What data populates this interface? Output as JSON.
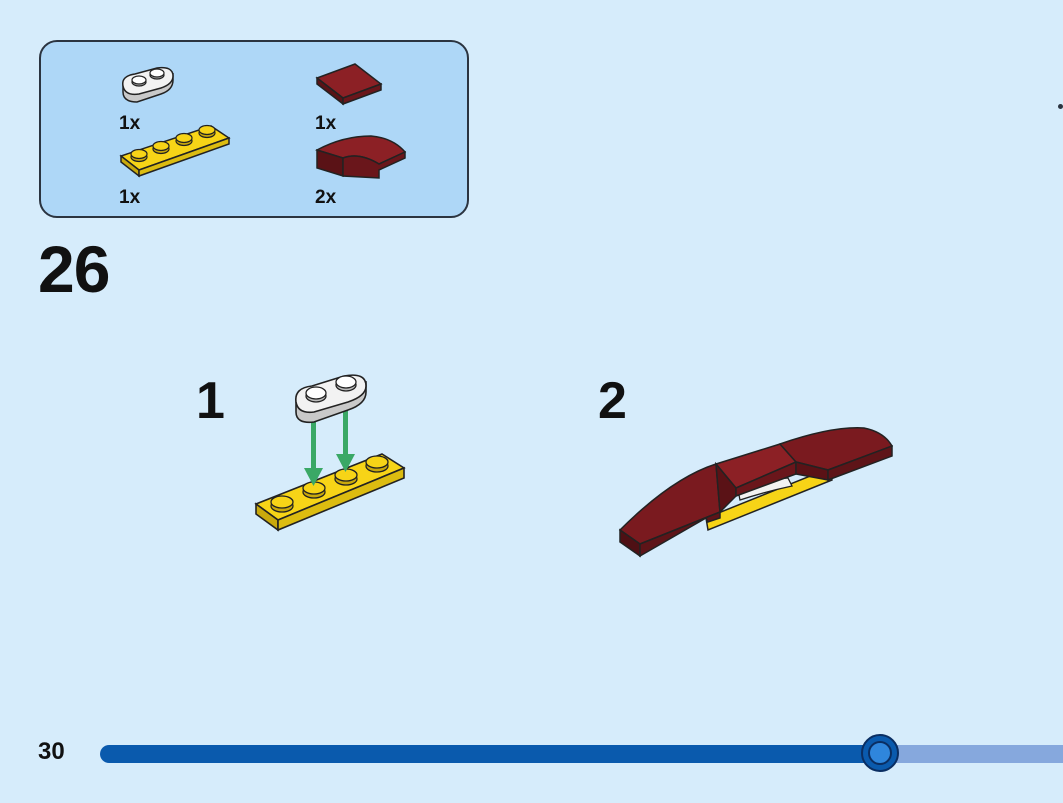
{
  "parts_list": {
    "items": [
      {
        "part": "white plate 1x2 rounded",
        "color": "#f2f2f2",
        "quantity": "1x"
      },
      {
        "part": "dark red tile 1x2",
        "color": "#7a1a1f",
        "quantity": "1x"
      },
      {
        "part": "yellow plate 1x4",
        "color": "#f7d417",
        "quantity": "1x"
      },
      {
        "part": "dark red curved slope",
        "color": "#7a1a1f",
        "quantity": "2x"
      }
    ]
  },
  "step": {
    "number": "26",
    "substeps": [
      {
        "number": "1"
      },
      {
        "number": "2"
      }
    ]
  },
  "footer": {
    "page_number": "30",
    "progress_fraction": 0.82
  },
  "colors": {
    "background": "#d6ecfb",
    "parts_box": "#aed7f7",
    "progress_fill": "#0a5aad",
    "progress_track": "#86a8dd",
    "arrow": "#3aa866",
    "yellow": "#f7d417",
    "dark_red": "#7a1a1f",
    "white": "#f2f2f2"
  }
}
